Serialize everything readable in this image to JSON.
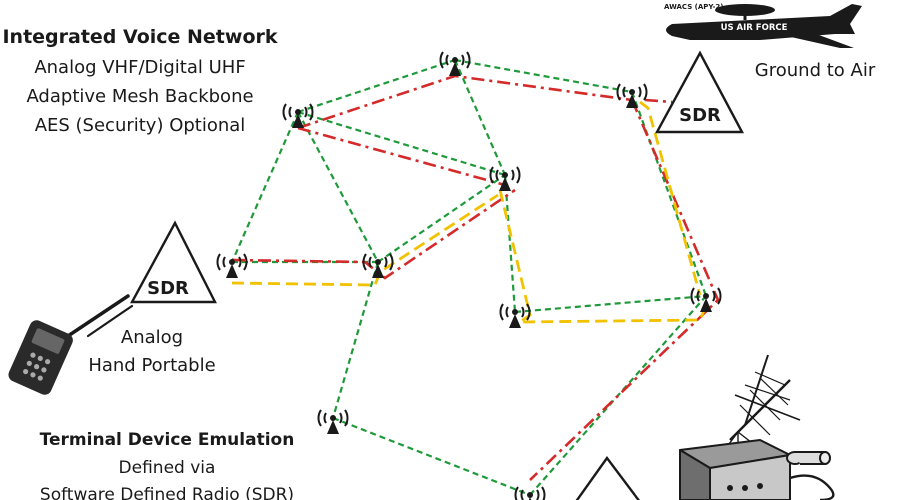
{
  "header_block": {
    "title": "Integrated Voice Network",
    "lines": [
      "Analog VHF/Digital UHF",
      "Adaptive Mesh Backbone",
      "AES (Security) Optional"
    ]
  },
  "ground_to_air": "Ground to Air",
  "aircraft": {
    "model": "AWACS (APY-2)",
    "marking": "US AIR FORCE"
  },
  "sdr_label": "SDR",
  "analog_label": [
    "Analog",
    "Hand Portable"
  ],
  "terminal_block": {
    "title": "Terminal Device Emulation",
    "lines": [
      "Defined via",
      "Software Defined Radio (SDR)"
    ]
  },
  "colors": {
    "mesh_green": "#1e9a3a",
    "route_red": "#d42a2a",
    "route_yellow": "#f2c200",
    "ink": "#1a1a1a"
  }
}
